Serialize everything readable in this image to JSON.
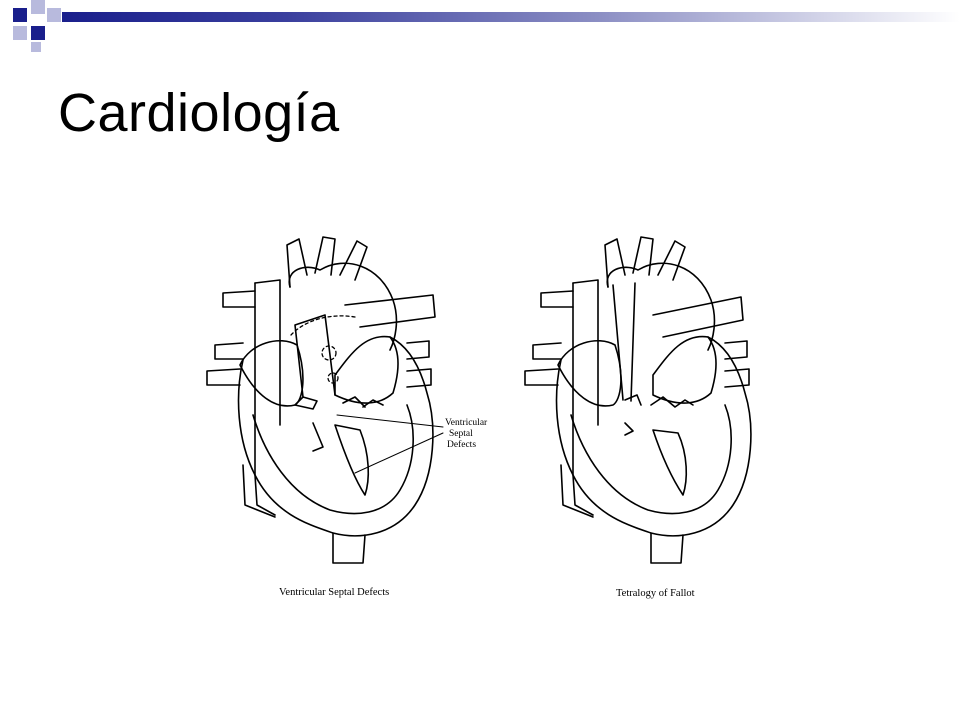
{
  "slide": {
    "title": "Cardiología",
    "accent_color": "#1a1f8c",
    "accent_light": "#8c8fc4"
  },
  "diagram_left": {
    "caption": "Ventricular Septal Defects",
    "callout_lines": [
      "Ventricular",
      "Septal",
      "Defects"
    ]
  },
  "diagram_right": {
    "caption": "Tetralogy of Fallot"
  }
}
